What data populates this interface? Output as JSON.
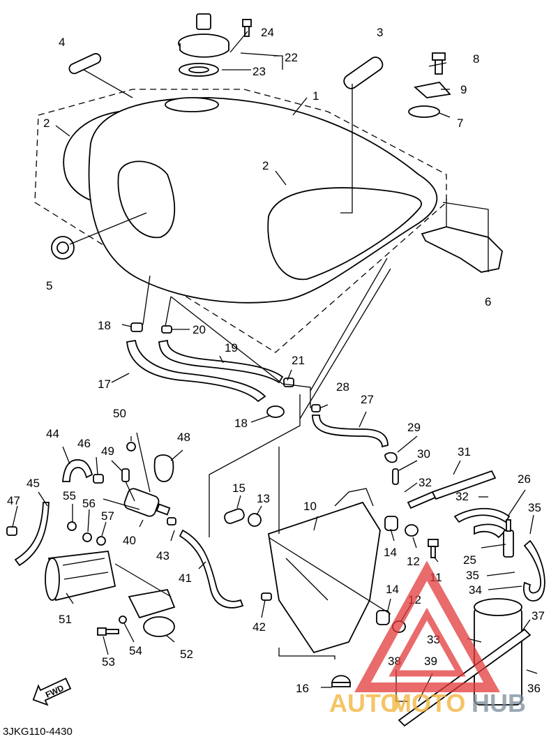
{
  "diagram": {
    "code": "3JKG110-4430",
    "fwd_label": "FWD",
    "watermark": {
      "brand_a": "AUTO",
      "brand_b": "MOTO",
      "brand_c": "HUB"
    },
    "callouts": [
      "1",
      "2",
      "2",
      "3",
      "4",
      "5",
      "6",
      "7",
      "8",
      "9",
      "10",
      "11",
      "12",
      "12",
      "13",
      "14",
      "14",
      "15",
      "16",
      "17",
      "18",
      "18",
      "19",
      "20",
      "21",
      "22",
      "23",
      "24",
      "25",
      "26",
      "27",
      "28",
      "29",
      "30",
      "31",
      "32",
      "32",
      "33",
      "34",
      "35",
      "35",
      "36",
      "37",
      "38",
      "39",
      "40",
      "41",
      "42",
      "43",
      "44",
      "45",
      "46",
      "47",
      "48",
      "49",
      "50",
      "51",
      "52",
      "53",
      "54",
      "55",
      "56",
      "57"
    ]
  }
}
